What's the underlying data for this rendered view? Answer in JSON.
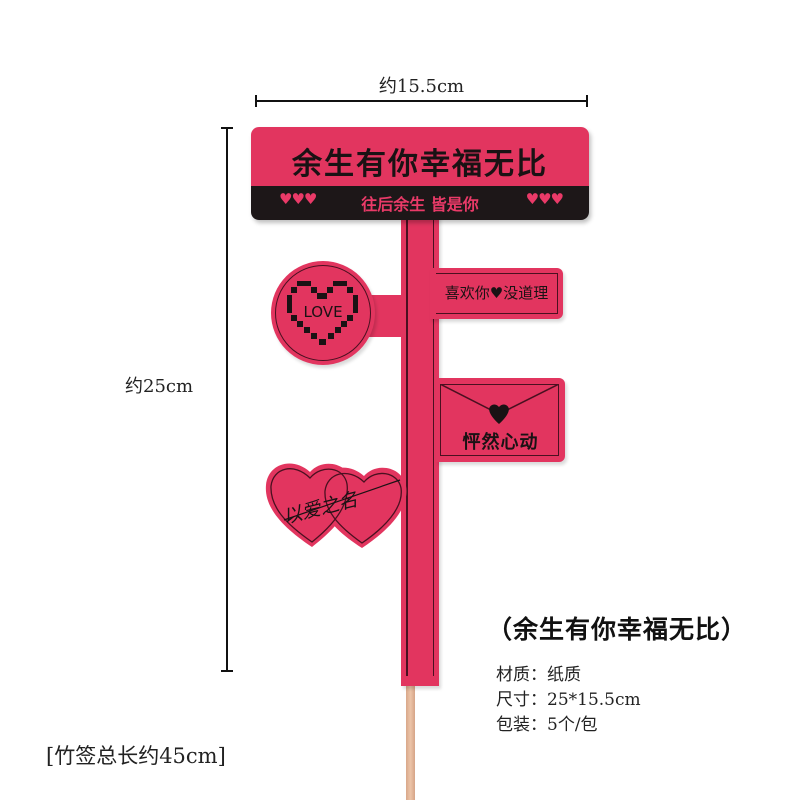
{
  "dimensions": {
    "width_label": "约15.5cm",
    "height_label": "约25cm"
  },
  "sign": {
    "banner_title": "余生有你幸福无比",
    "banner_subtitle": "往后余生 皆是你",
    "banner_hearts_left": "♥♥♥",
    "banner_hearts_right": "♥♥♥",
    "right_arm_text": "喜欢你♥没道理",
    "circle_text": "LOVE",
    "envelope_text": "怦然心动",
    "hearts_script": "以爱之名",
    "colors": {
      "pink": "#e2355f",
      "black_band": "#1d1718",
      "accent_text": "#ea3a68",
      "outline": "#4a1020",
      "stick": "#e6b99c"
    }
  },
  "product": {
    "title": "（余生有你幸福无比）",
    "specs": [
      {
        "label": "材质：",
        "value": "纸质"
      },
      {
        "label": "尺寸：",
        "value": "25*15.5cm"
      },
      {
        "label": "包装：",
        "value": "5个/包"
      }
    ]
  },
  "footer_note": "[竹签总长约45cm]"
}
